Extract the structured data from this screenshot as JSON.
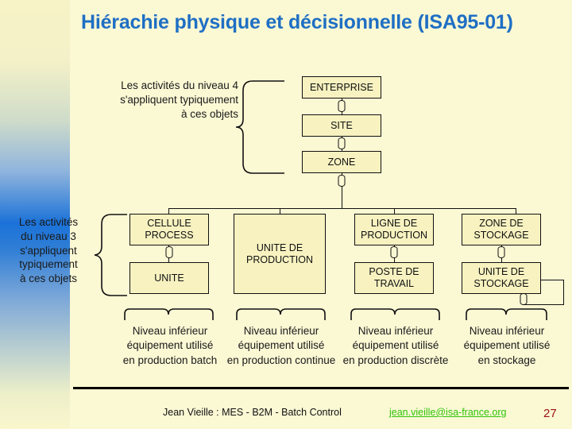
{
  "slide": {
    "title": "Hiérachie physique et décisionnelle\n(ISA95-01)",
    "title_color": "#1f6fc4",
    "background_color": "#fbf8d4",
    "box_fill_color": "#f7f2c0",
    "box_border_color": "#111111"
  },
  "annotations": {
    "level4_note": "Les activités du niveau 4\ns'appliquent typiquement\nà ces objets",
    "level3_note": "Les activités\ndu niveau 3\ns'appliquent\ntypiquement\nà ces objets"
  },
  "hierarchy": {
    "level4_chain": [
      {
        "label": "ENTERPRISE"
      },
      {
        "label": "SITE"
      },
      {
        "label": "ZONE"
      }
    ],
    "branches": [
      {
        "top": "CELLULE\nPROCESS",
        "bottom": "UNITE",
        "caption": "Niveau inférieur\néquipement utilisé\nen production batch"
      },
      {
        "top": "UNITE DE\nPRODUCTION",
        "bottom": null,
        "caption": "Niveau inférieur\néquipement utilisé\nen production continue"
      },
      {
        "top": "LIGNE DE\nPRODUCTION",
        "bottom": "POSTE DE\nTRAVAIL",
        "caption": "Niveau inférieur\néquipement utilisé\nen production discrète"
      },
      {
        "top": "ZONE DE\nSTOCKAGE",
        "bottom": "UNITE DE\nSTOCKAGE",
        "caption": "Niveau inférieur\néquipement utilisé\nen stockage"
      }
    ]
  },
  "footer": {
    "author": "Jean Vieille : MES - B2M - Batch Control",
    "email": "jean.vieille@isa-france.org",
    "email_color": "#2ec40a",
    "page_number": "27",
    "page_color": "#9b1212"
  }
}
